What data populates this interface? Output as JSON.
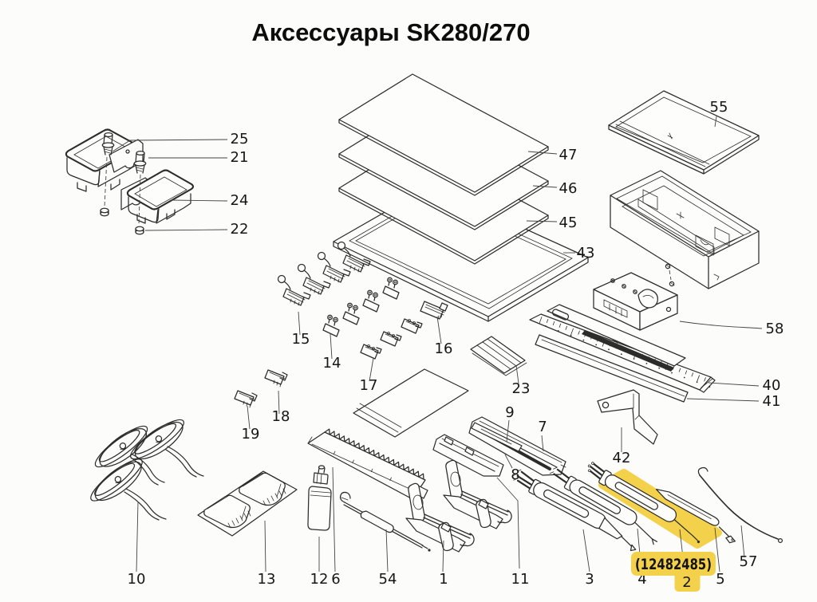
{
  "title": "Аксессуары SK280/270",
  "highlight": {
    "code": "(12482485)",
    "highlighted_part": "2",
    "color": "#f4d14b"
  },
  "colors": {
    "ink": "#2c2c2a",
    "paper": "#fcfcfa",
    "highlight": "#f4d14b"
  },
  "parts": {
    "p1": "1",
    "p2": "2",
    "p3": "3",
    "p4": "4",
    "p5": "5",
    "p6": "6",
    "p7": "7",
    "p8": "8",
    "p9": "9",
    "p10": "10",
    "p11": "11",
    "p12": "12",
    "p13": "13",
    "p14": "14",
    "p15": "15",
    "p16": "16",
    "p17": "17",
    "p18": "18",
    "p19": "19",
    "p21": "21",
    "p22": "22",
    "p23": "23",
    "p24": "24",
    "p25": "25",
    "p40": "40",
    "p41": "41",
    "p42": "42",
    "p43": "43",
    "p45": "45",
    "p46": "46",
    "p47": "47",
    "p54": "54",
    "p55": "55",
    "p57": "57",
    "p58": "58"
  }
}
